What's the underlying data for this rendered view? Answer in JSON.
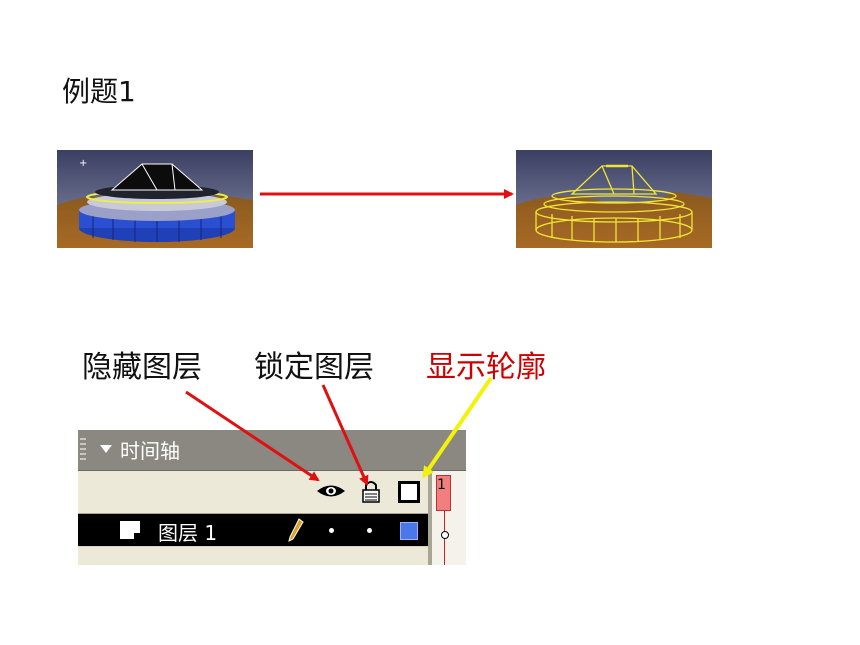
{
  "example_title": "例题1",
  "labels": {
    "hide_layer": "隐藏图层",
    "lock_layer": "锁定图层",
    "show_outline": "显示轮廓"
  },
  "colors": {
    "arrow_red": "#e01010",
    "arrow_yellow": "#f2f20a",
    "outline_label": "#cc0000",
    "layer_color_square": "#4a78e8"
  },
  "timeline_panel": {
    "title": "时间轴",
    "layer_name": "图层 1",
    "frame_number": "1",
    "icons": [
      "eye-icon",
      "lock-icon",
      "outline-icon",
      "pencil-icon",
      "layer-icon"
    ]
  }
}
